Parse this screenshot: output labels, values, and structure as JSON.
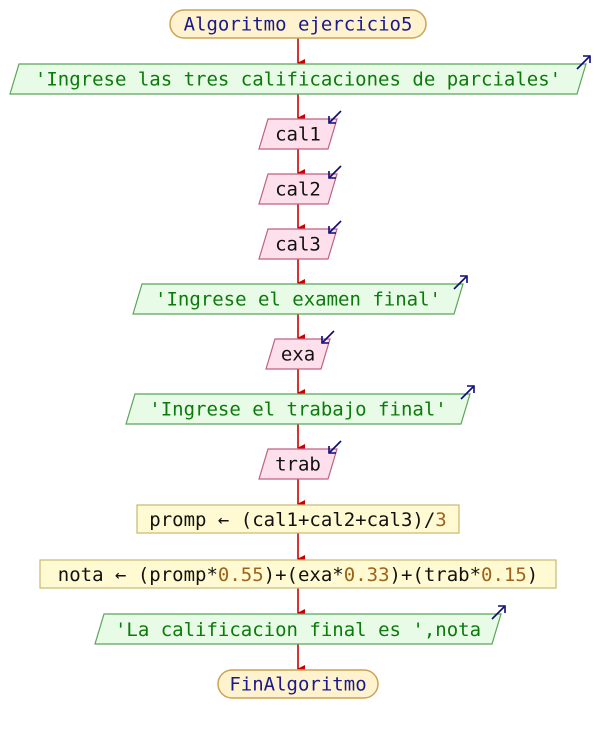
{
  "title": "Algoritmo ejercicio5",
  "colors": {
    "arrow": "#cc0000",
    "terminal_fill": "#fff3cf",
    "terminal_stroke": "#cca352",
    "output_fill": "#e8fbe6",
    "output_stroke": "#5aa55a",
    "output_text": "#0a7a0a",
    "input_fill": "#fde0ec",
    "input_stroke": "#c06080",
    "process_fill": "#fffad2",
    "process_stroke": "#c8b870",
    "keyword_text": "#1a1a8a",
    "number_text": "#a0621a",
    "io_arrow": "#0a0a7a"
  },
  "nodes": [
    {
      "id": "start",
      "type": "terminal",
      "label": "Algoritmo ejercicio5"
    },
    {
      "id": "out1",
      "type": "output",
      "label": "'Ingrese las tres calificaciones de parciales'"
    },
    {
      "id": "in1",
      "type": "input",
      "label": "cal1"
    },
    {
      "id": "in2",
      "type": "input",
      "label": "cal2"
    },
    {
      "id": "in3",
      "type": "input",
      "label": "cal3"
    },
    {
      "id": "out2",
      "type": "output",
      "label": "'Ingrese el examen final'"
    },
    {
      "id": "in4",
      "type": "input",
      "label": "exa"
    },
    {
      "id": "out3",
      "type": "output",
      "label": "'Ingrese el trabajo final'"
    },
    {
      "id": "in5",
      "type": "input",
      "label": "trab"
    },
    {
      "id": "proc1",
      "type": "process",
      "parts": [
        {
          "t": "promp ← (cal1+cal2+cal3)/",
          "k": "code"
        },
        {
          "t": "3",
          "k": "num"
        }
      ]
    },
    {
      "id": "proc2",
      "type": "process",
      "parts": [
        {
          "t": "nota ← (promp*",
          "k": "code"
        },
        {
          "t": "0.55",
          "k": "num"
        },
        {
          "t": ")+(exa*",
          "k": "code"
        },
        {
          "t": "0.33",
          "k": "num"
        },
        {
          "t": ")+(trab*",
          "k": "code"
        },
        {
          "t": "0.15",
          "k": "num"
        },
        {
          "t": ")",
          "k": "code"
        }
      ]
    },
    {
      "id": "out4",
      "type": "output",
      "parts": [
        {
          "t": "'La calificacion final es '",
          "k": "str"
        },
        {
          "t": ",nota",
          "k": "code"
        }
      ]
    },
    {
      "id": "end",
      "type": "terminal",
      "label": "FinAlgoritmo"
    }
  ]
}
